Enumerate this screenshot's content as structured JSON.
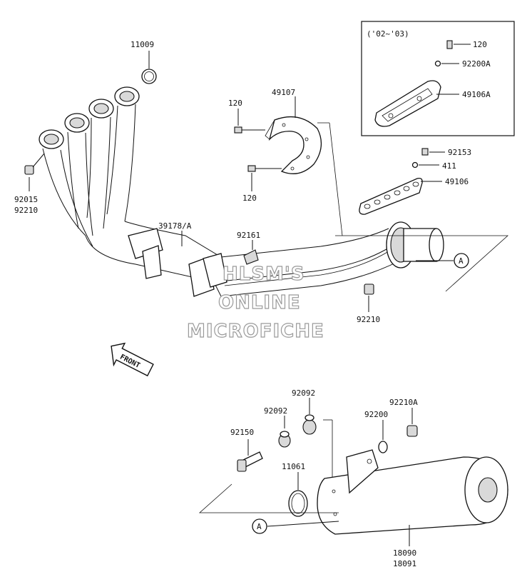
{
  "inset": {
    "years": "('02~'03)"
  },
  "labels": {
    "p11009": "11009",
    "p92015": "92015",
    "p92210a": "92210",
    "p39178": "39178/A",
    "p49107": "49107",
    "p120a": "120",
    "p120b": "120",
    "p120c": "120",
    "p92200a": "92200A",
    "p49106a": "49106A",
    "p92153": "92153",
    "p411": "411",
    "p49106": "49106",
    "p92161": "92161",
    "p92210b": "92210",
    "p92092a": "92092",
    "p92092b": "92092",
    "p92210A": "92210A",
    "p92200": "92200",
    "p92150": "92150",
    "p11061": "11061",
    "p18090": "18090",
    "p18091": "18091"
  },
  "refs": {
    "a1": "A",
    "a2": "A"
  },
  "front": "FRONT",
  "watermark": [
    "HLSM'S",
    "ONLINE",
    "MICROFICHE"
  ]
}
